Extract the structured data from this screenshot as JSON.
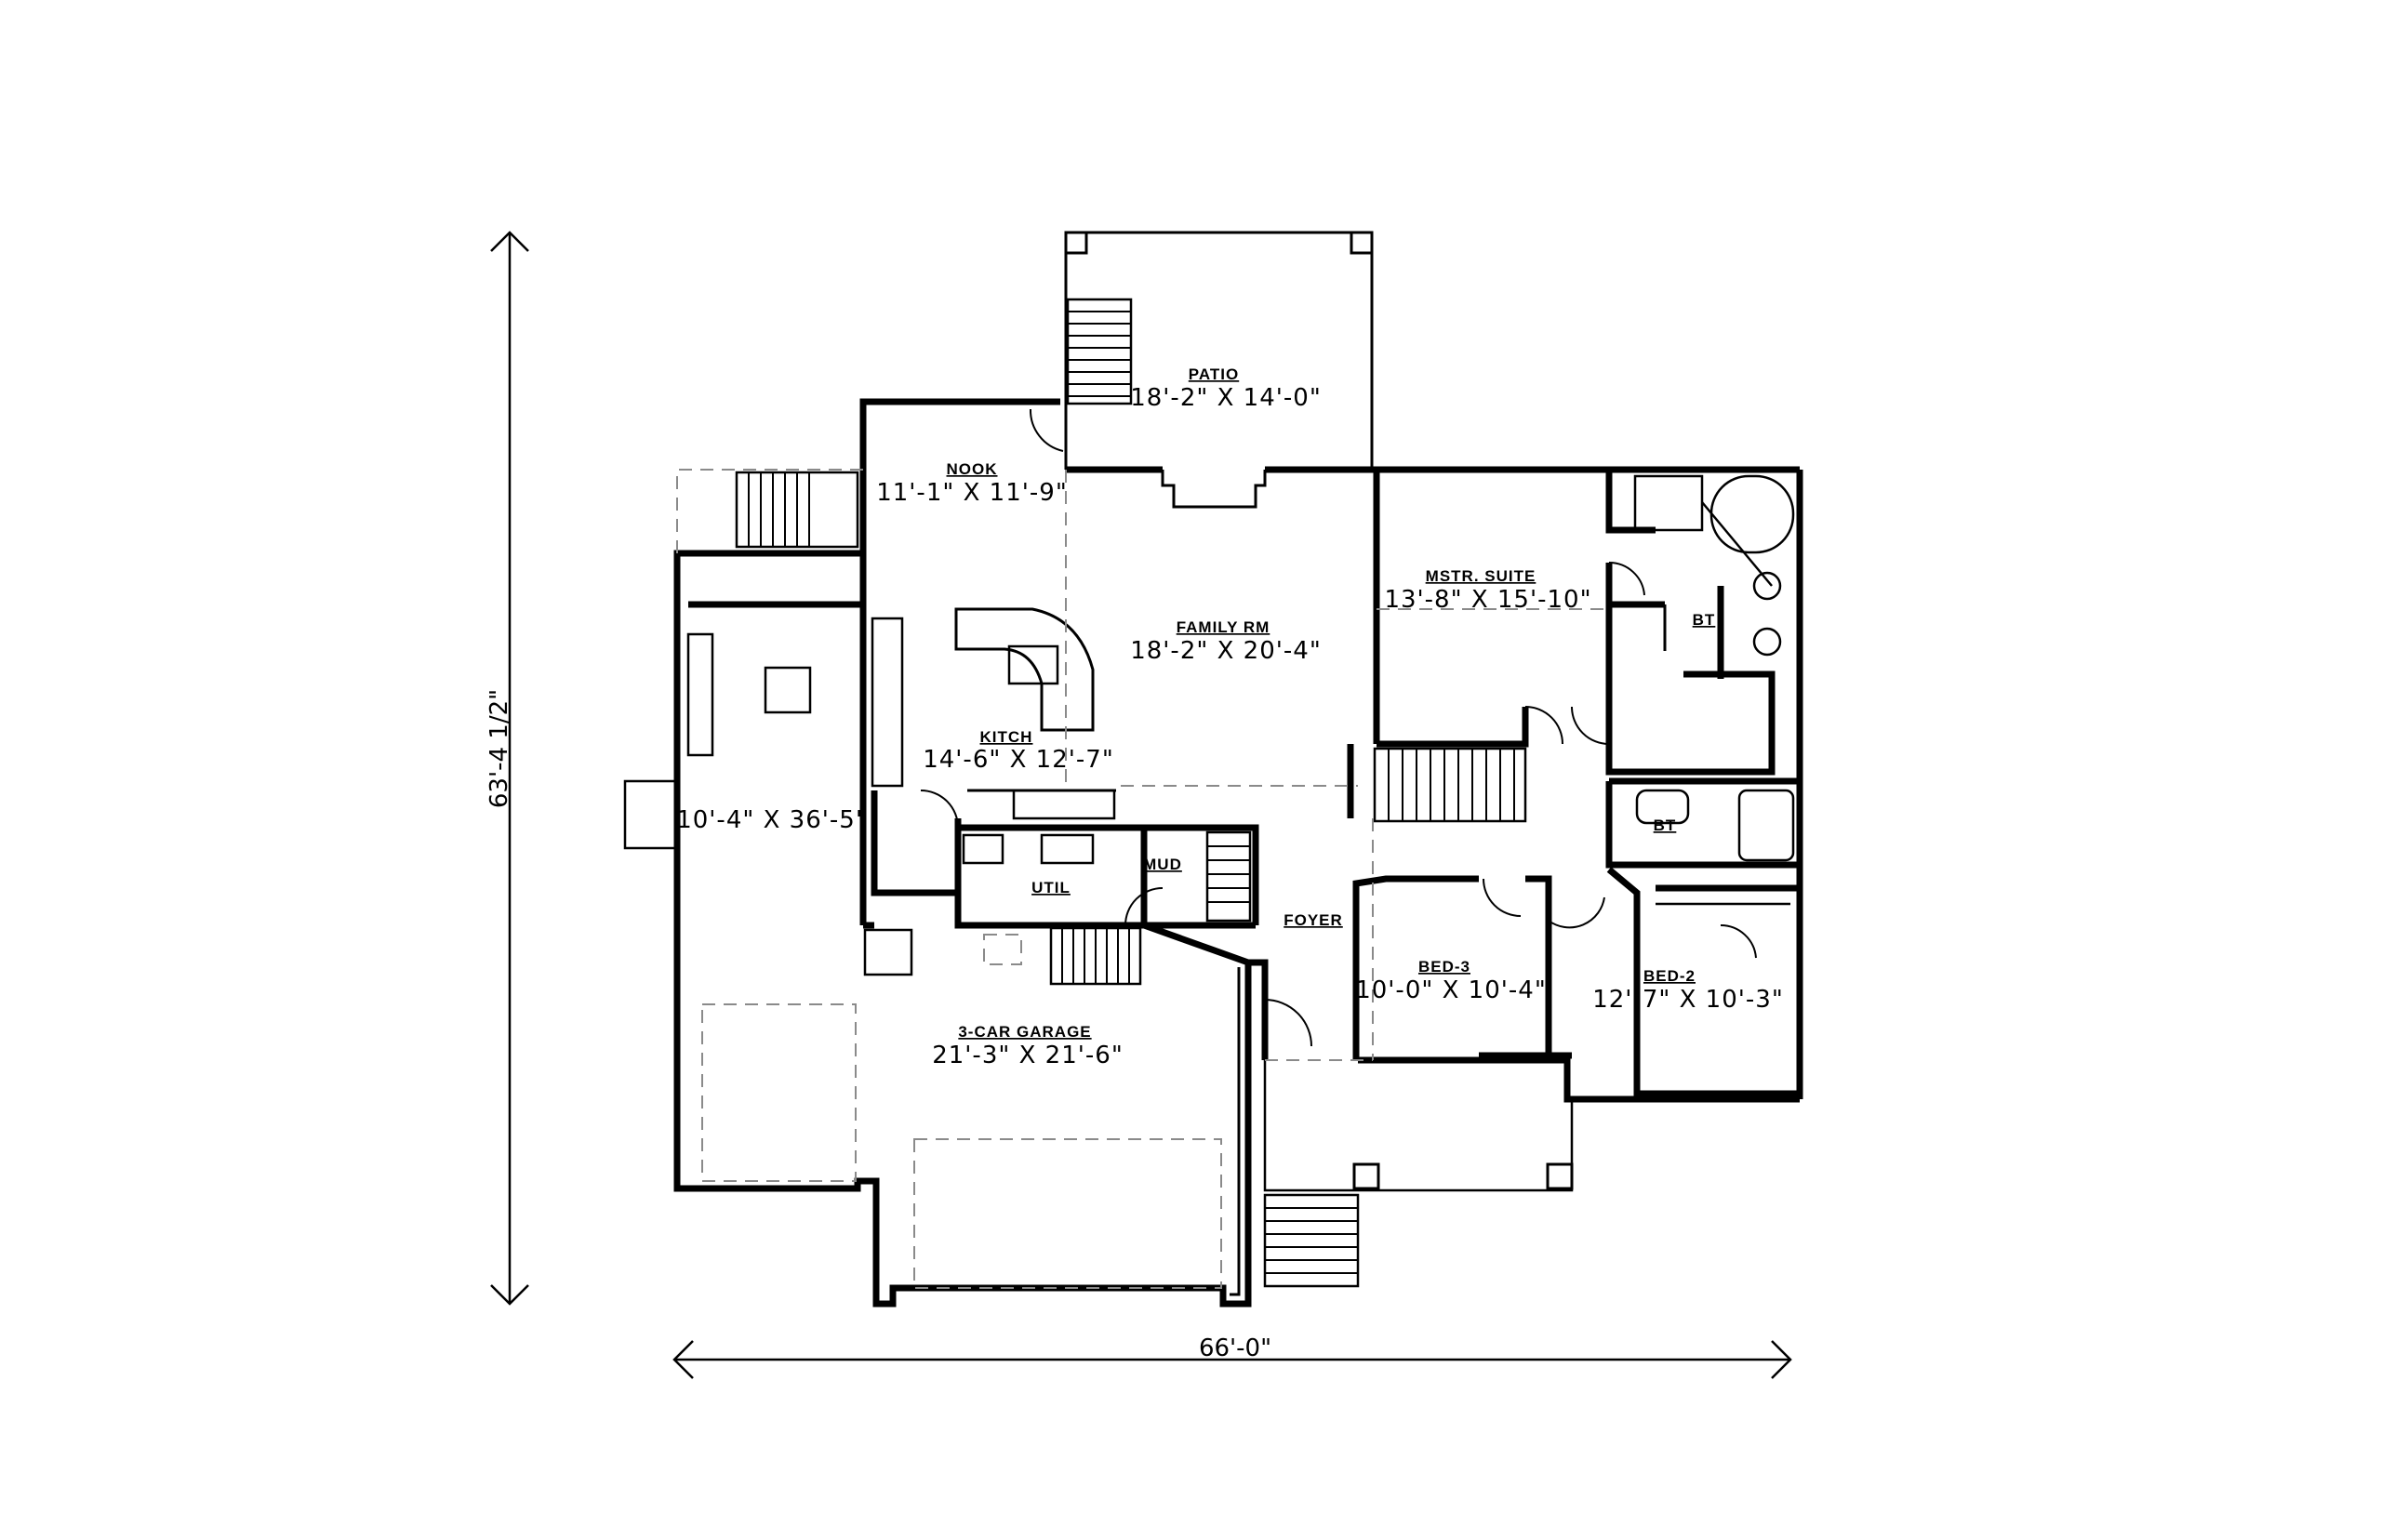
{
  "plan": {
    "overall_width": "66'-0\"",
    "overall_depth": "63'-4 1/2\""
  },
  "rooms": {
    "patio": {
      "name": "PATIO",
      "size": "18'-2\" X 14'-0\""
    },
    "nook": {
      "name": "NOOK",
      "size": "11'-1\" X 11'-9\""
    },
    "family": {
      "name": "FAMILY RM",
      "size": "18'-2\" X 20'-4\""
    },
    "kitchen": {
      "name": "KITCH",
      "size": "14'-6\" X 12'-7\""
    },
    "mstr_suite": {
      "name": "MSTR. SUITE",
      "size": "13'-8\" X 15'-10\""
    },
    "mstr_bath": {
      "name": "BT"
    },
    "bath2": {
      "name": "BT"
    },
    "shop": {
      "size": "10'-4\" X 36'-5\""
    },
    "util": {
      "name": "UTIL"
    },
    "mud": {
      "name": "MUD"
    },
    "foyer": {
      "name": "FOYER"
    },
    "bed3": {
      "name": "BED-3",
      "size": "10'-0\" X 10'-4\""
    },
    "bed2": {
      "name": "BED-2",
      "size": "12'-7\" X 10'-3\""
    },
    "garage": {
      "name": "3-CAR GARAGE",
      "size": "21'-3\" X 21'-6\""
    }
  }
}
